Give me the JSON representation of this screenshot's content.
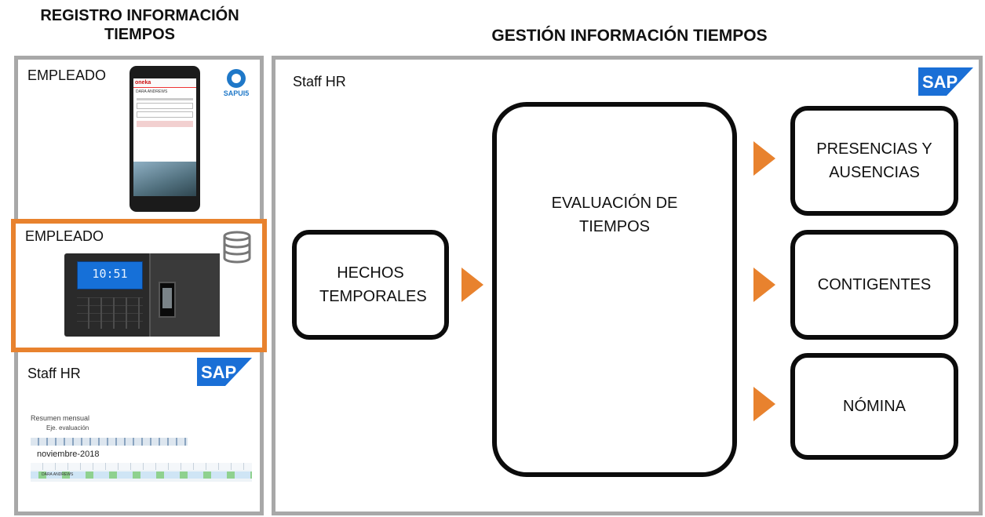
{
  "headings": {
    "left": "REGISTRO INFORMACIÓN TIEMPOS",
    "right": "GESTIÓN INFORMACIÓN TIEMPOS"
  },
  "left_panel": {
    "mobile_card": {
      "label": "EMPLEADO",
      "app_brand": "oneka",
      "app_user": "DARA ANDREWS",
      "badge_text": "SAPUI5",
      "icon": "sapui5-icon"
    },
    "terminal_card": {
      "label": "EMPLEADO",
      "clock": "10:51",
      "icon": "database-icon",
      "highlight_color": "#e8822e"
    },
    "report_card": {
      "label": "Staff HR",
      "logo_text": "SAP",
      "report_title": "Resumen mensual",
      "report_action": "Eje. evaluación",
      "month": "noviembre-2018",
      "employee": "DARA ANDREWS"
    }
  },
  "right_panel": {
    "label": "Staff HR",
    "logo_text": "SAP"
  },
  "diagram": {
    "nodes": {
      "hechos": "HECHOS TEMPORALES",
      "evaluacion": "EVALUACIÓN DE TIEMPOS",
      "presencias": "PRESENCIAS Y AUSENCIAS",
      "contigentes": "CONTIGENTES",
      "nomina": "NÓMINA"
    },
    "edges": [
      {
        "from": "hechos",
        "to": "evaluacion"
      },
      {
        "from": "evaluacion",
        "to": "presencias"
      },
      {
        "from": "evaluacion",
        "to": "contigentes"
      },
      {
        "from": "evaluacion",
        "to": "nomina"
      }
    ],
    "arrow_color": "#e8822e",
    "border_color": "#0c0c0c",
    "panel_border_color": "#a8a8a8",
    "sap_blue": "#1a6fd6"
  }
}
